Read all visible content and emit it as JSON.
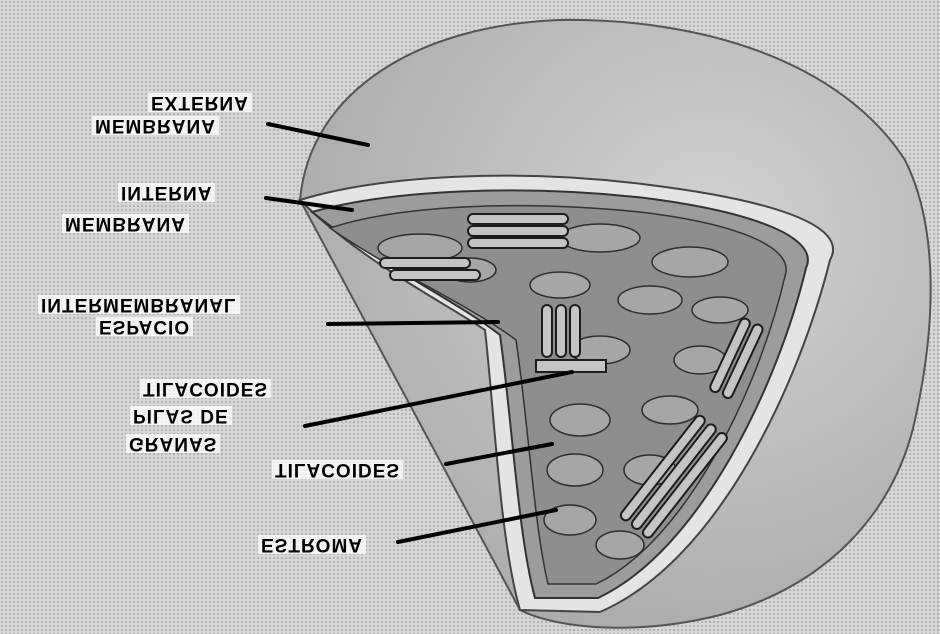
{
  "colors": {
    "background_stipple": "#d6d6d6",
    "outer_membrane": "#c8c8c8",
    "inner_membrane": "#9c9c9c",
    "stroma": "#8e8e8e",
    "thylakoid": "#a6a6a6",
    "label_text": "#000000",
    "leader_line": "#000000"
  },
  "labels": {
    "outer_membrane_line1": "EXTERNA",
    "outer_membrane_line2": "MEMBRANA",
    "inner_membrane_line1": "INTERNA",
    "inner_membrane_line2": "MEMBRANA",
    "intermembrane_line1": "INTERMEMBRANAL",
    "intermembrane_line2": "ESPACIO",
    "grana_line1": "TILACOIDES",
    "grana_line2": "PILAS   DE",
    "grana_line3": "GRANAS",
    "thylakoids": "TILACOIDES",
    "stroma": "ESTROMA"
  }
}
